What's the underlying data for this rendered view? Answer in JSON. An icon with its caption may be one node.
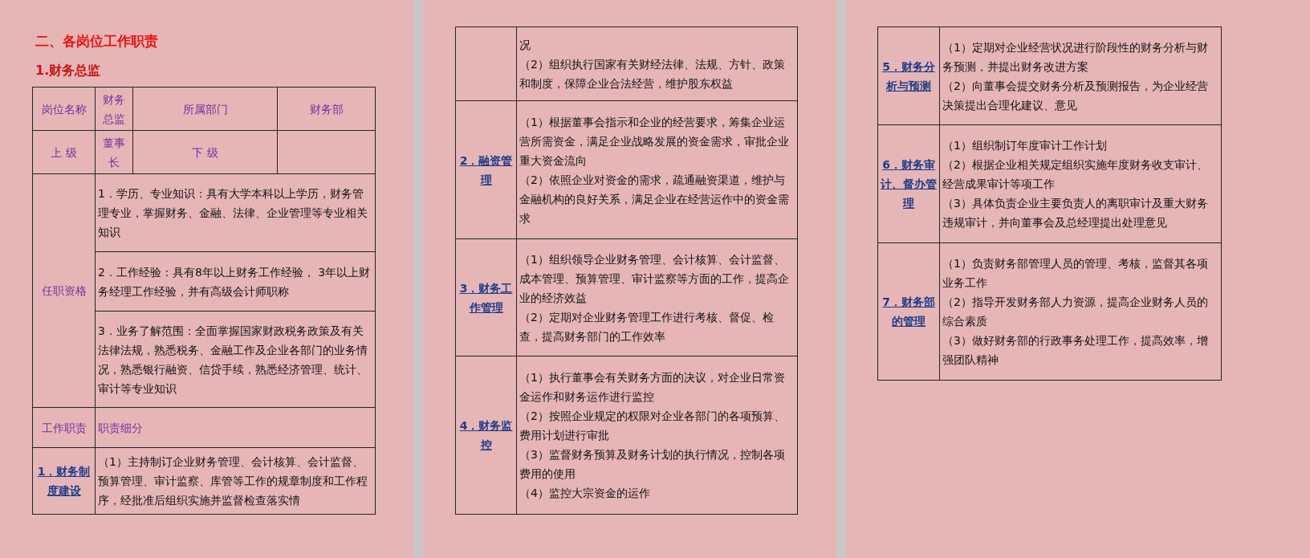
{
  "diagram": {
    "title": "二、各岗位工作职责",
    "labels": [
      "1.财务总监",
      "岗位名称",
      "财务总监",
      "所属部门",
      "财务部",
      "上 级",
      "董事长",
      "下 级",
      "任职资格",
      "1．学历、专业知识：具有大学本科以上学历，财务管理专业，掌握财务、金融、法律、企业管理等专业相关知识",
      "2．工作经验：具有8年以上财务工作经验， 3年以上财务经理工作经验，并有高级会计师职称",
      "3．业务了解范围：全面掌握国家财政税务政策及有关法律法规，熟悉税务、金融工作及企业各部门的业务情况，熟悉银行融资、信贷手续，熟悉经济管理、统计、审计等专业知识",
      "工作职责",
      "职责细分",
      "1．财务制度建设",
      "（1）主持制订企业财务管理、会计核算、会计监督、预算管理、审计监察、库管等工作的规章制度和工作程序，经批准后组织实施并监督检查落实情",
      "况",
      "（2）组织执行国家有关财经法律、法规、方针、政策和制度，保障企业合法经营，维护股东权益",
      "2．融资管理",
      "（1）根据董事会指示和企业的经营要求，筹集企业运营所需资金，满足企业战略发展的资金需求，审批企业重大资金流向",
      "（2）依照企业对资金的需求，疏通融资渠道，维护与金融机构的良好关系，满足企业在经营运作中的资金需求",
      "3．财务工作管理",
      "（1）组织领导企业财务管理、会计核算、会计监督、成本管理、预算管理、审计监察等方面的工作，提高企业的经济效益",
      "（2）定期对企业财务管理工作进行考核、督促、检查，提高财务部门的工作效率",
      "4．财务监控",
      "（1）执行董事会有关财务方面的决议，对企业日常资金运作和财务运作进行监控",
      "（2）按照企业规定的权限对企业各部门的各项预算、费用计划进行审批",
      "（3）监督财务预算及财务计划的执行情况，控制各项费用的使用",
      "（4）监控大宗资金的运作",
      "5．财务分析与预测",
      "（1）定期对企业经营状况进行阶段性的财务分析与财务预测，并提出财务改进方案",
      "（2）向董事会提交财务分析及预测报告，为企业经营决策提出合理化建议、意见",
      "6．财务审计、督办管理",
      "（1）组织制订年度审计工作计划",
      "（2）根据企业相关规定组织实施年度财务收支审计、经营成果审计等项工作",
      "（3）具体负责企业主要负责人的离职审计及重大财务违规审计，并向董事会及总经理提出处理意见",
      "7．财务部的管理",
      "（1）负责财务部管理人员的管理、考核，监督其各项业务工作",
      "（2）指导开发财务部人力资源，提高企业财务人员的综合素质",
      "（3）做好财务部的行政事务处理工作，提高效率，增强团队精神"
    ]
  }
}
